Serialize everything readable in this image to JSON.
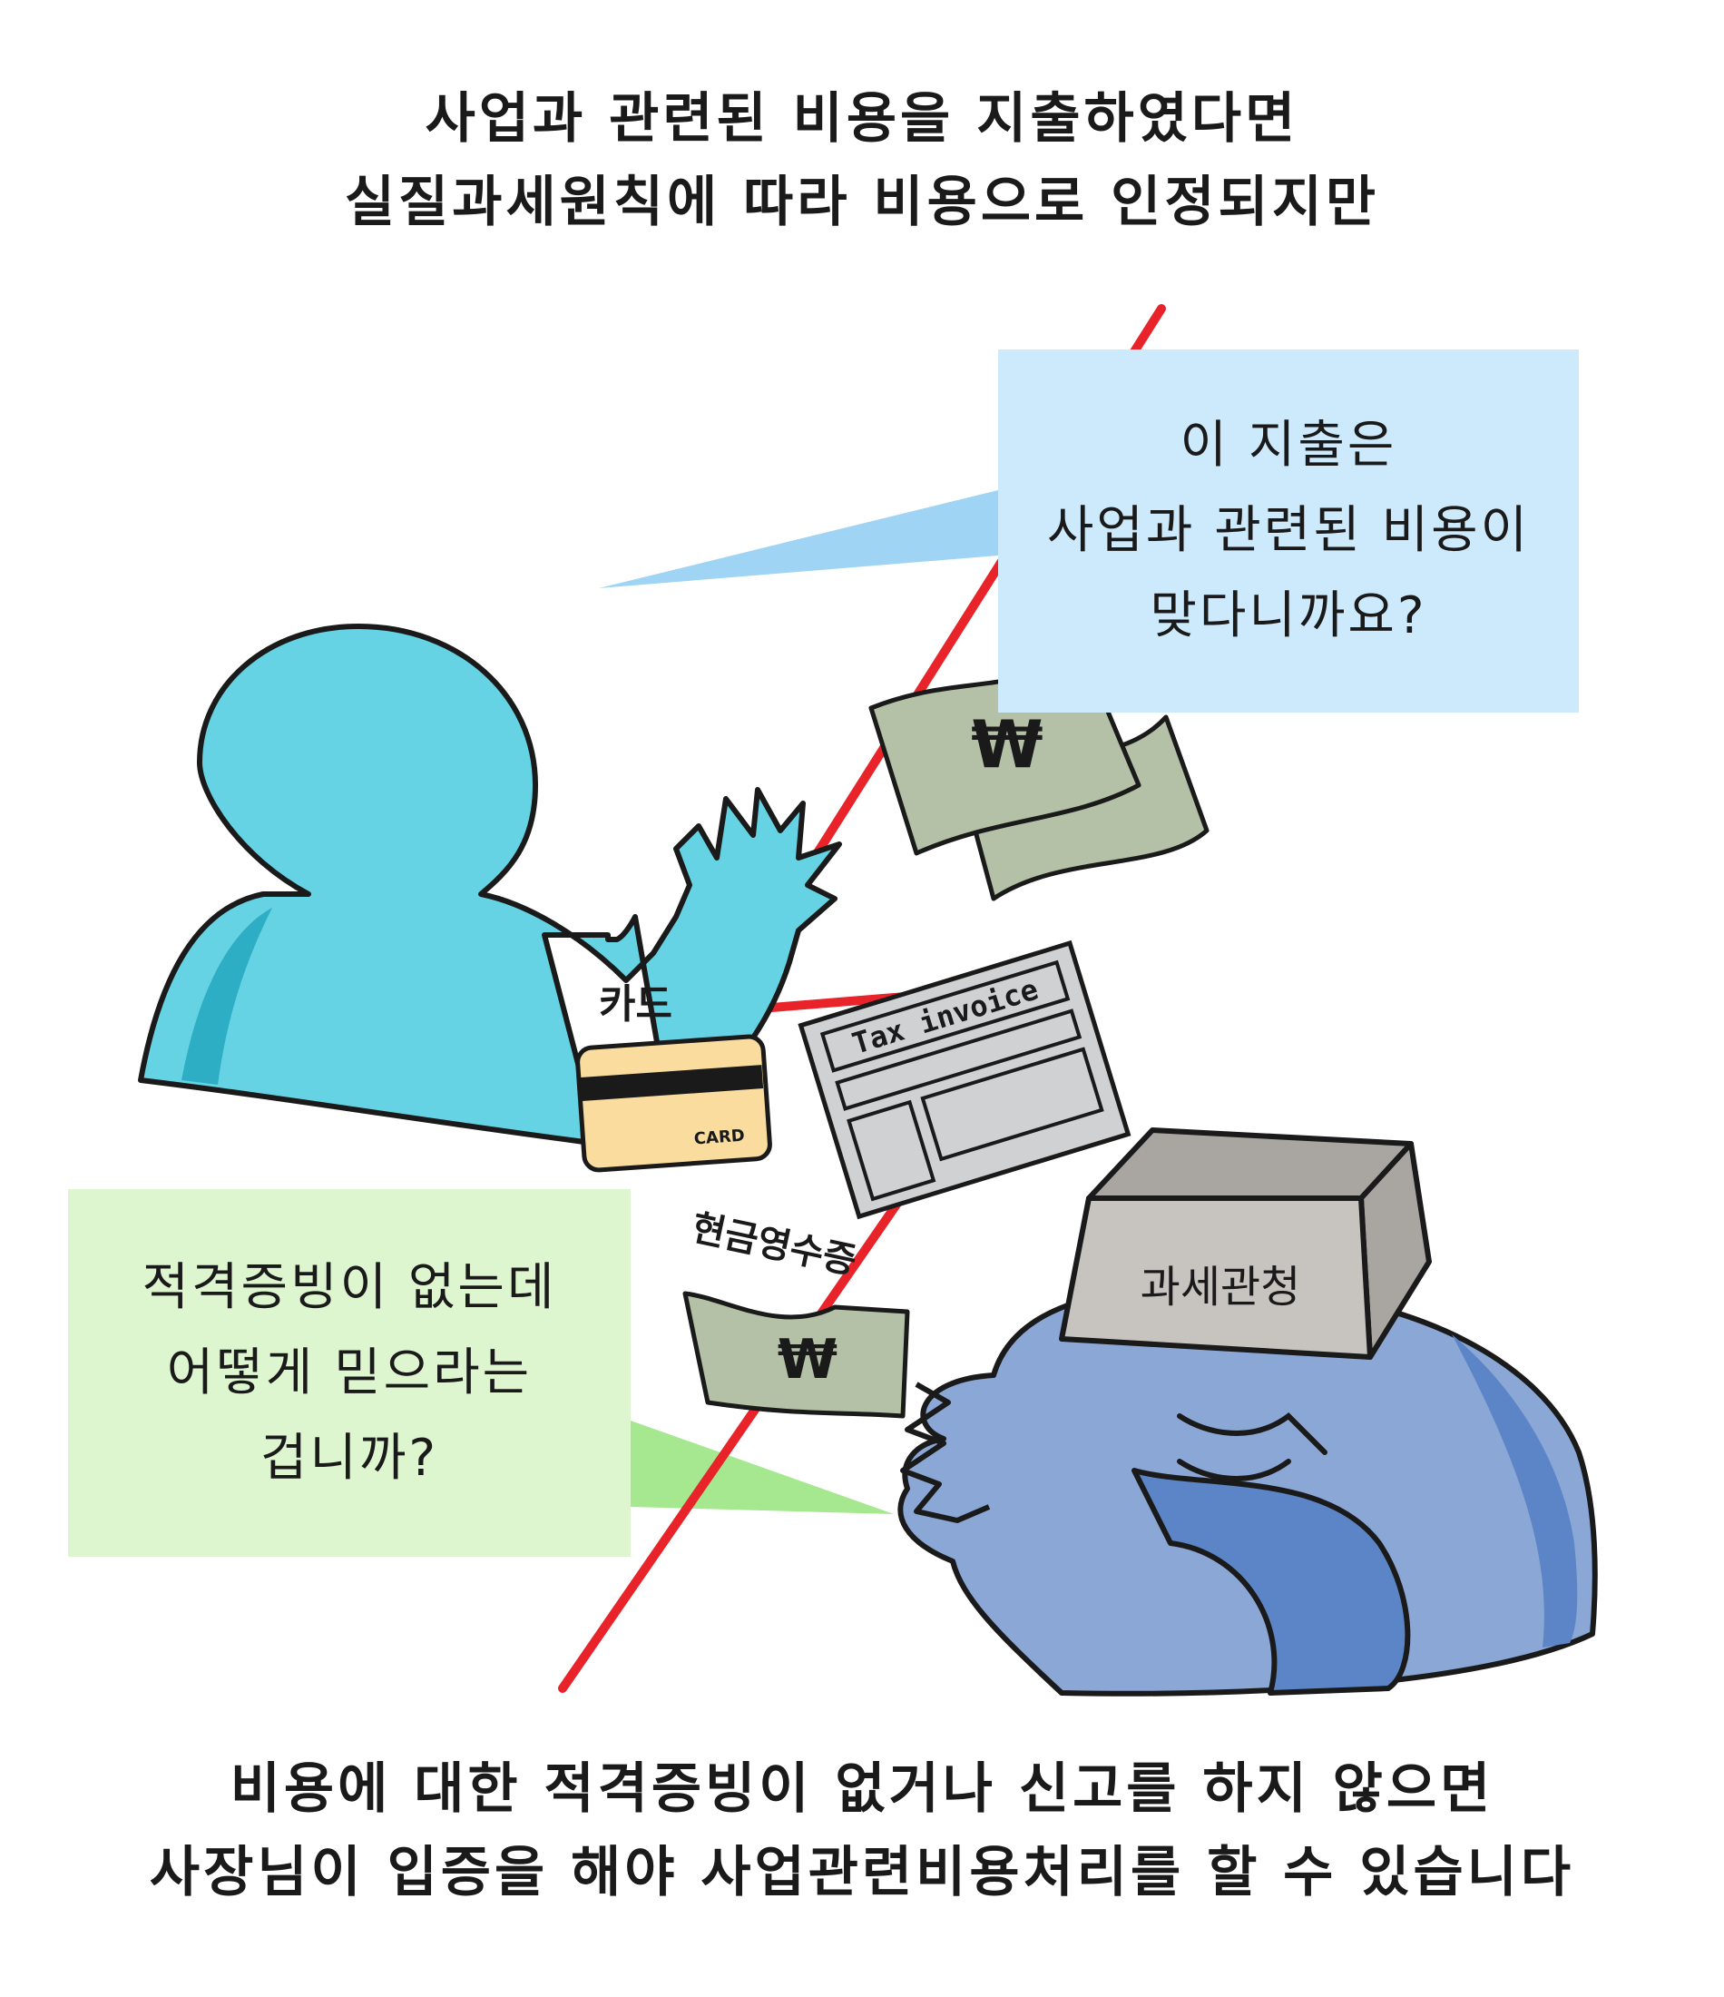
{
  "top_caption": {
    "line1": "사업과 관련된 비용을 지출하였다면",
    "line2": "실질과세원칙에 따라 비용으로 인정되지만"
  },
  "speech_business_owner": {
    "line1": "이 지출은",
    "line2": "사업과 관련된 비용이",
    "line3": "맞다니까요?"
  },
  "speech_tax_office": {
    "line1": "적격증빙이 없는데",
    "line2": "어떻게 믿으라는",
    "line3": "겁니까?"
  },
  "labels": {
    "card": "카드",
    "card_print": "CARD",
    "tax_invoice": "Tax invoice",
    "cash_receipt": "현금영수증",
    "tax_office": "과세관청",
    "won_sign": "₩"
  },
  "bottom_caption": {
    "line1": "비용에 대한 적격증빙이 없거나 신고를 하지 않으면",
    "line2": "사장님이 입증을 해야 사업관련비용처리를 할 수 있습니다"
  },
  "colors": {
    "owner_body": "#66d3e4",
    "owner_shade": "#2eaec4",
    "officer_body": "#8aa7d6",
    "officer_shade": "#5b85c7",
    "red_line": "#e8242a",
    "money": "#b4c1a6",
    "card": "#f9dc9e",
    "box_front": "#c7c4c0",
    "box_top": "#a9a6a2",
    "invoice": "#d0d1d3",
    "bubble_blue": "#cdeafc",
    "bubble_green": "#ddf6cf"
  }
}
